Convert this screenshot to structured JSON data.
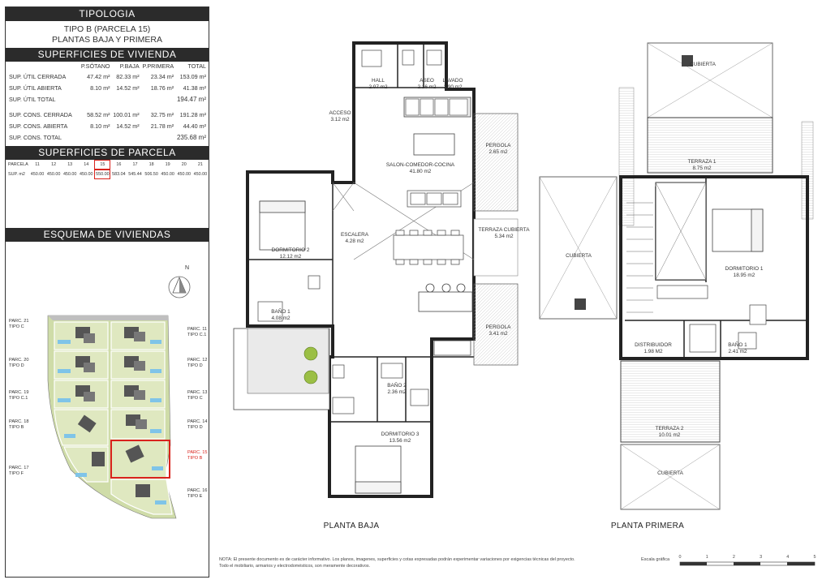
{
  "panel": {
    "title": "TIPOLOGIA",
    "subtitle1": "TIPO B (PARCELA 15)",
    "subtitle2": "PLANTAS BAJA Y PRIMERA",
    "sup_vivienda_title": "SUPERFICIES DE VIVIENDA",
    "sup_vivienda_headers": [
      "",
      "P.SÓTANO",
      "P.BAJA",
      "P.PRIMERA",
      "TOTAL"
    ],
    "sup_vivienda_rows": [
      {
        "label": "SUP. ÚTIL CERRADA",
        "vals": [
          "47.42 m²",
          "82.33 m²",
          "23.34 m²",
          "153.09 m²"
        ]
      },
      {
        "label": "SUP. ÚTIL ABIERTA",
        "vals": [
          "8.10 m²",
          "14.52 m²",
          "18.76 m²",
          "41.38 m²"
        ]
      },
      {
        "label": "SUP. ÚTIL TOTAL",
        "vals": [
          "",
          "",
          "",
          "194.47 m²"
        ]
      },
      {
        "label": "SUP. CONS. CERRADA",
        "vals": [
          "58.52 m²",
          "100.01 m²",
          "32.75 m²",
          "191.28 m²"
        ]
      },
      {
        "label": "SUP. CONS. ABIERTA",
        "vals": [
          "8.10 m²",
          "14.52 m²",
          "21.78 m²",
          "44.40 m²"
        ]
      },
      {
        "label": "SUP. CONS. TOTAL",
        "vals": [
          "",
          "",
          "",
          "235.68 m²"
        ]
      }
    ],
    "sup_parcela_title": "SUPERFICIES DE PARCELA",
    "parcela_row_label": "PARCELA",
    "parcela_numbers": [
      "11",
      "12",
      "13",
      "14",
      "15",
      "16",
      "17",
      "18",
      "19",
      "20",
      "21"
    ],
    "sup_row_label": "SUP. m2",
    "parcela_areas": [
      "450.00",
      "450.00",
      "450.00",
      "450.00",
      "550.00",
      "583.04",
      "545.44",
      "506.50",
      "450.00",
      "450.00",
      "450.00"
    ],
    "highlight_index": 4,
    "schema_title": "ESQUEMA DE VIVIENDAS",
    "north": "N",
    "parcels_left": [
      {
        "l1": "PARC. 21",
        "l2": "TIPO C"
      },
      {
        "l1": "PARC. 20",
        "l2": "TIPO D"
      },
      {
        "l1": "PARC. 19",
        "l2": "TIPO C.1"
      },
      {
        "l1": "PARC. 18",
        "l2": "TIPO B"
      },
      {
        "l1": "PARC. 17",
        "l2": "TIPO F"
      }
    ],
    "parcels_right": [
      {
        "l1": "PARC. 11",
        "l2": "TIPO C.1",
        "hl": false
      },
      {
        "l1": "PARC. 12",
        "l2": "TIPO D",
        "hl": false
      },
      {
        "l1": "PARC. 13",
        "l2": "TIPO C",
        "hl": false
      },
      {
        "l1": "PARC. 14",
        "l2": "TIPO D",
        "hl": false
      },
      {
        "l1": "PARC. 15",
        "l2": "TIPO B",
        "hl": true
      },
      {
        "l1": "PARC. 16",
        "l2": "TIPO E",
        "hl": false
      }
    ],
    "accent_red": "#d9231d"
  },
  "ground_floor": {
    "title": "PLANTA BAJA",
    "rooms": [
      {
        "name": "HALL",
        "area": "2.07 m2"
      },
      {
        "name": "ASEO",
        "area": "2.16 m2"
      },
      {
        "name": "LAVADO",
        "area": "1.90 m2"
      },
      {
        "name": "ACCESO",
        "area": "3.12 m2"
      },
      {
        "name": "PERGOLA",
        "area": "2.65 m2"
      },
      {
        "name": "SALON-COMEDOR-COCINA",
        "area": "41.80 m2"
      },
      {
        "name": "DORMITORIO 2",
        "area": "12.12 m2"
      },
      {
        "name": "ESCALERA",
        "area": "4.28 m2"
      },
      {
        "name": "TERRAZA CUBIERTA",
        "area": "5.34 m2"
      },
      {
        "name": "BAÑO 1",
        "area": "4.08 m2"
      },
      {
        "name": "PERGOLA",
        "area": "3.41 m2"
      },
      {
        "name": "BAÑO 2",
        "area": "2.36 m2"
      },
      {
        "name": "DORMITORIO 3",
        "area": "13.56 m2"
      }
    ]
  },
  "first_floor": {
    "title": "PLANTA PRIMERA",
    "rooms": [
      {
        "name": "CUBIERTA",
        "area": ""
      },
      {
        "name": "TERRAZA 1",
        "area": "8.75 m2"
      },
      {
        "name": "CUBIERTA",
        "area": ""
      },
      {
        "name": "DORMITORIO 1",
        "area": "18.95 m2"
      },
      {
        "name": "DISTRIBUIDOR",
        "area": "1.98 M2"
      },
      {
        "name": "BAÑO 1",
        "area": "2.41 m2"
      },
      {
        "name": "TERRAZA 2",
        "area": "10.01 m2"
      },
      {
        "name": "CUBIERTA",
        "area": ""
      }
    ]
  },
  "footer": {
    "note_line1": "NOTA: El presente documento es de carácter informativo. Los planos, imagenes, superficies y cotas expresadas podrán experimentar variaciones por exigencias técnicas del proyecto.",
    "note_line2": "Todo el mobiliario, armarios y electrodomésticos, son meramente decorativos.",
    "scale_label": "Escala gráfica",
    "scale_ticks": [
      "0",
      "1",
      "2",
      "3",
      "4",
      "5"
    ]
  }
}
